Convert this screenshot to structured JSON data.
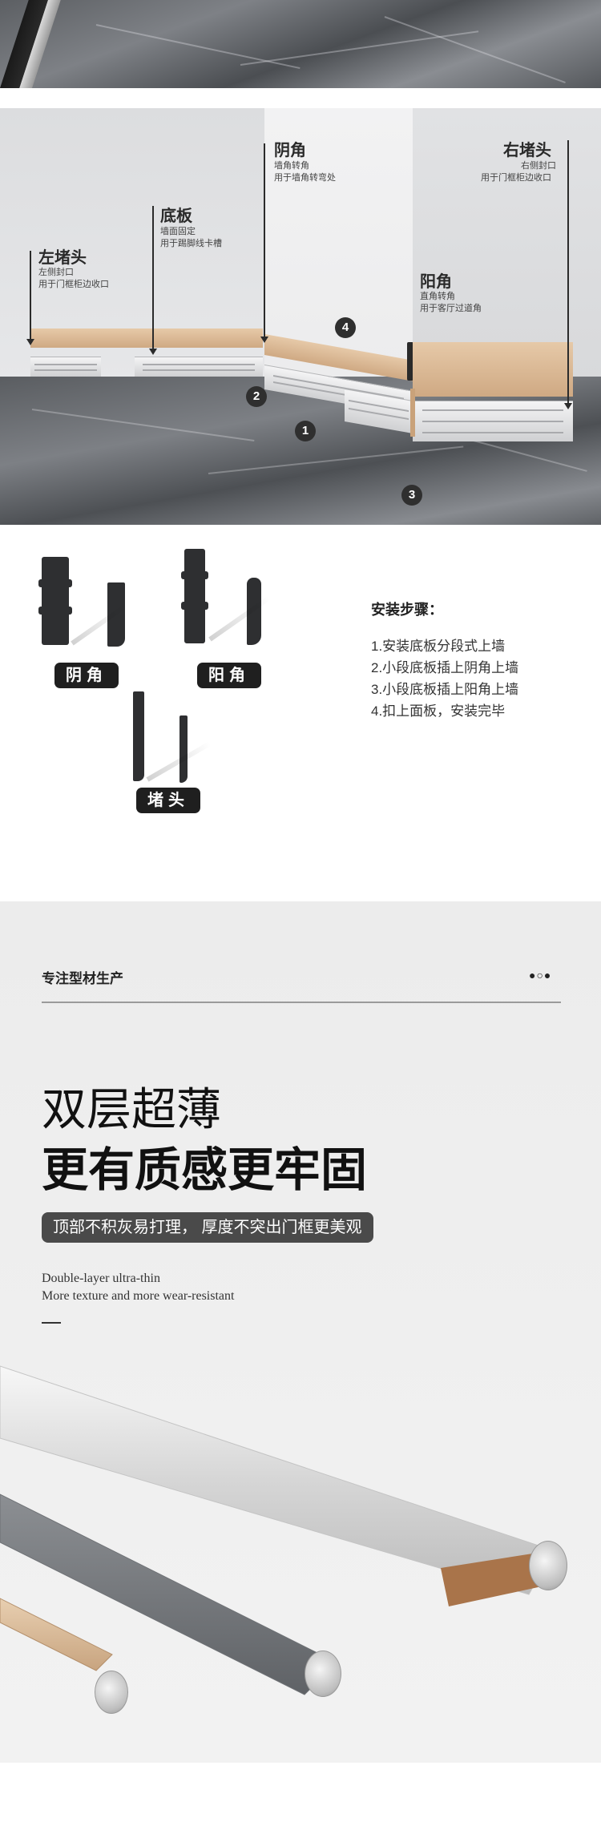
{
  "room_diagram": {
    "callouts": {
      "left_cap": {
        "title": "左堵头",
        "desc_lines": [
          "左侧封口",
          "用于门框柜边收口"
        ]
      },
      "base_plate": {
        "title": "底板",
        "desc_lines": [
          "墙面固定",
          "用于踢脚线卡槽"
        ]
      },
      "inner_corner": {
        "title": "阴角",
        "desc_lines": [
          "墙角转角",
          "用于墙角转弯处"
        ]
      },
      "outer_corner": {
        "title": "阳角",
        "desc_lines": [
          "直角转角",
          "用于客厅过道角"
        ]
      },
      "right_cap": {
        "title": "右堵头",
        "desc_lines": [
          "右侧封口",
          "用于门框柜边收口"
        ]
      }
    },
    "step_markers": [
      "1",
      "2",
      "3",
      "4"
    ]
  },
  "accessories": {
    "labels": {
      "inner_corner": "阴角",
      "outer_corner": "阳角",
      "end_cap": "堵头"
    },
    "steps_title": "安装步骤：",
    "steps": [
      "1.安装底板分段式上墙",
      "2.小段底板插上阴角上墙",
      "3.小段底板插上阳角上墙",
      "4.扣上面板，安装完毕"
    ]
  },
  "product": {
    "tagline": "专注型材生产",
    "dots": "●○●",
    "headline_line1": "双层超薄",
    "headline_line2": "更有质感更牢固",
    "sub_pill": "顶部不积灰易打理，  厚度不突出门框更美观",
    "english_line1": "Double-layer ultra-thin",
    "english_line2": "More texture and more wear-resistant"
  },
  "colors": {
    "accent_gold": "#d9b893",
    "accessory_dark": "#2e2f31",
    "label_bg": "#1f1f1f",
    "pill_bg": "#4a4a4a"
  }
}
